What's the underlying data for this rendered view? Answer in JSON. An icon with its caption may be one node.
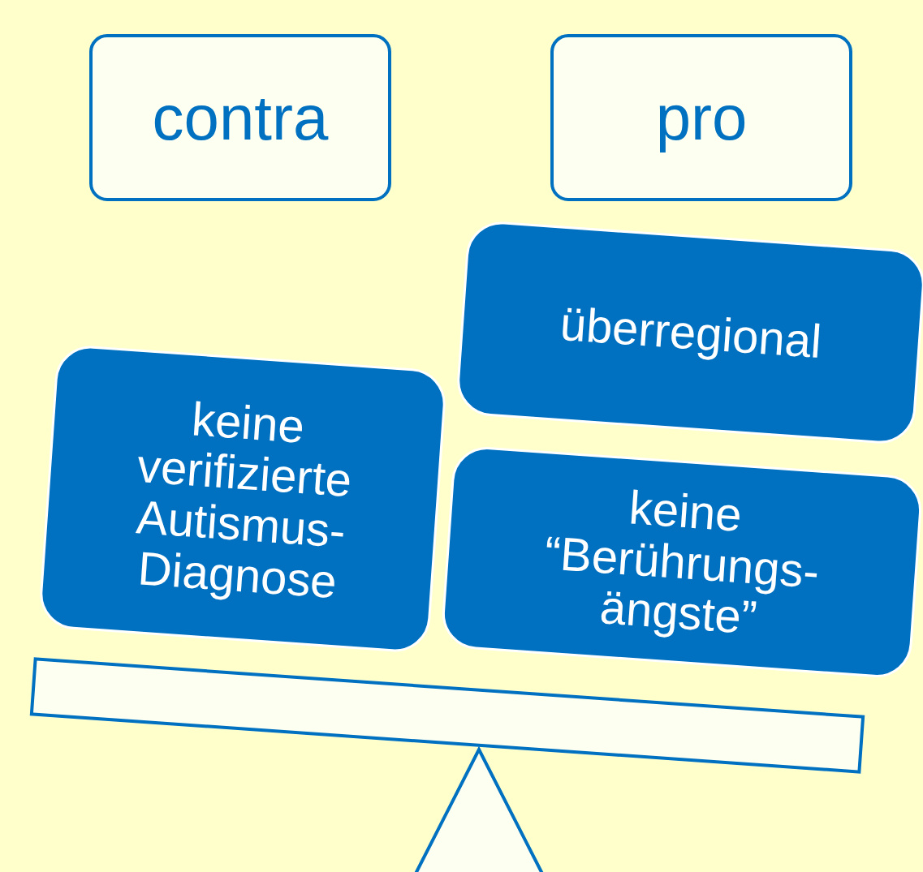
{
  "diagram": {
    "nodes": [
      {
        "text": [
          "contra"
        ]
      },
      {
        "text": [
          "pro"
        ]
      },
      {
        "text": [
          "überregional"
        ]
      },
      {
        "text": [
          "keine verifizierte Autismus- Diagnose"
        ]
      },
      {
        "text": [
          "keine “Berührungs- ängste”"
        ]
      },
      {
        "text": [],
        "shape": "bar"
      },
      {
        "text": [],
        "shape": "triangle"
      }
    ]
  }
}
